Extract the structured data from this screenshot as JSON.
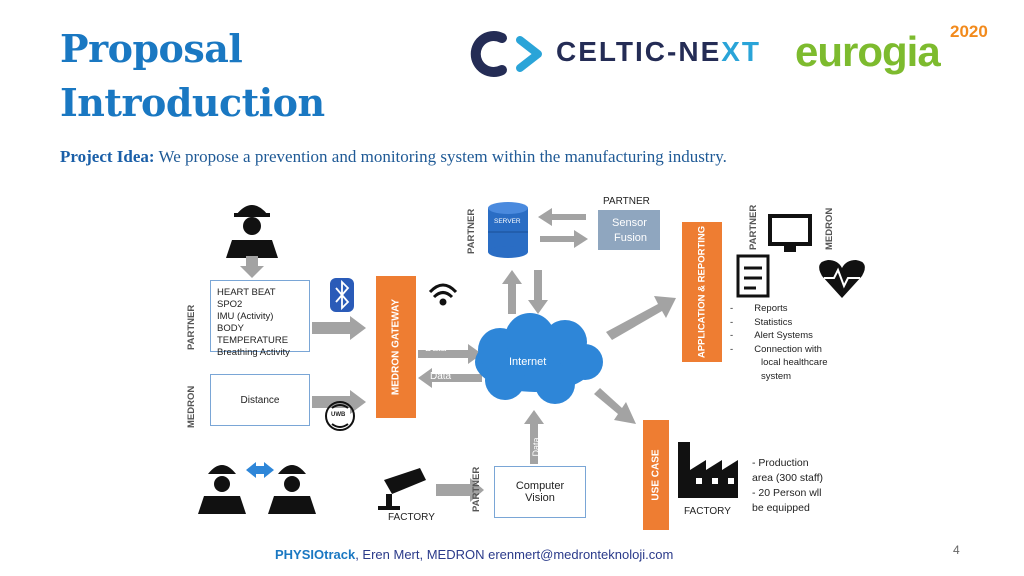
{
  "slide": {
    "title_line1": "Proposal",
    "title_line2": "Introduction",
    "idea_label": "Project Idea:",
    "idea_text": " We propose a prevention and monitoring system within the manufacturing industry.",
    "page_number": "4"
  },
  "logos": {
    "celtic_part1": "CELTIC-NE",
    "celtic_part2": "XT",
    "eurogia": "eurogia",
    "eurogia_year": "2020"
  },
  "footer": {
    "brand": "PHYSIOtrack",
    "text": ", Eren Mert, MEDRON erenmert@medronteknoloji.com"
  },
  "diagram": {
    "sensor_list": [
      "HEART BEAT",
      "SPO2",
      "IMU (Activity)",
      "BODY TEMPERATURE",
      "Breathing Activity"
    ],
    "distance": "Distance",
    "gateway": "MEDRON GATEWAY",
    "data_label": "Data",
    "internet": "Internet",
    "server": "SERVER",
    "partner": "PARTNER",
    "medron": "MEDRON",
    "sensor_fusion_1": "Sensor",
    "sensor_fusion_2": "Fusion",
    "app_reporting": "APPLICATION & REPORTING",
    "reports": [
      "Reports",
      "Statistics",
      "Alert Systems",
      "Connection with",
      "local healthcare",
      "system"
    ],
    "use_case": "USE CASE",
    "factory": "FACTORY",
    "production": [
      "- Production",
      "area (300 staff)",
      "- 20 Person wll",
      "be equipped"
    ],
    "computer_vision_1": "Computer",
    "computer_vision_2": "Vision",
    "uwb": "UWB"
  },
  "colors": {
    "title_blue": "#1a78c2",
    "orange": "#ee7d32",
    "internet_blue": "#2e86d8",
    "grey_arrow": "#a3a3a3"
  }
}
